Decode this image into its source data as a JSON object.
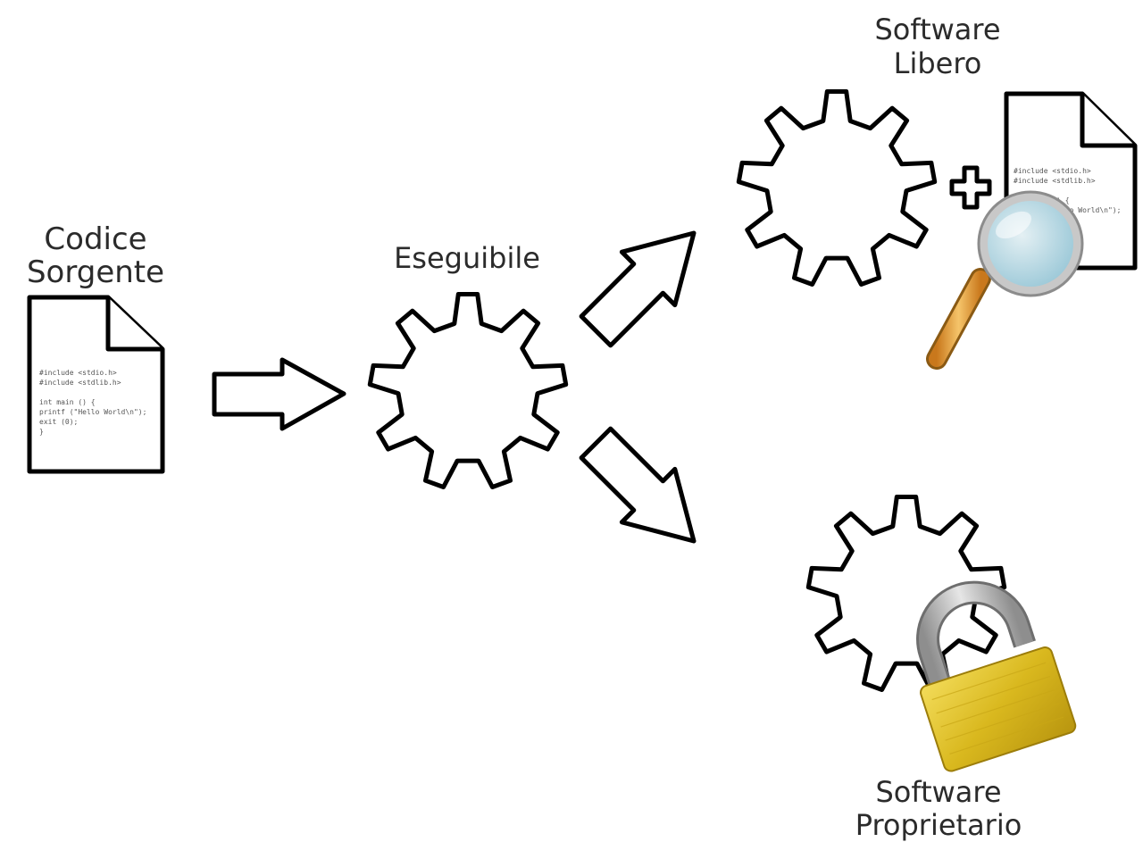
{
  "labels": {
    "source_line1": "Codice",
    "source_line2": "Sorgente",
    "executable": "Eseguibile",
    "free_line1": "Software",
    "free_line2": "Libero",
    "proprietary_line1": "Software",
    "proprietary_line2": "Proprietario"
  },
  "source_doc": {
    "code_lines": [
      "#include <stdio.h>",
      "#include <stdlib.h>",
      "",
      "int main () {",
      "   printf (\"Hello World\\n\");",
      "   exit (0);",
      "}"
    ]
  },
  "free_doc": {
    "code_lines": [
      "#include <stdio.h>",
      "#include <stdlib.h>",
      "",
      "int main () {",
      "   printf (\"Hello World\\n\");",
      "   exit (0);",
      "}"
    ]
  },
  "colors": {
    "outline": "#000000",
    "lens_glass": "#bfe3ef",
    "handle": "#e8a63a",
    "lock_body": "#e2c227",
    "shackle": "#b8b8b8",
    "label_text": "#2b2b2b"
  },
  "icons": [
    "document-icon",
    "gear-icon",
    "arrow-icon",
    "plus-icon",
    "magnifier-icon",
    "padlock-icon"
  ]
}
